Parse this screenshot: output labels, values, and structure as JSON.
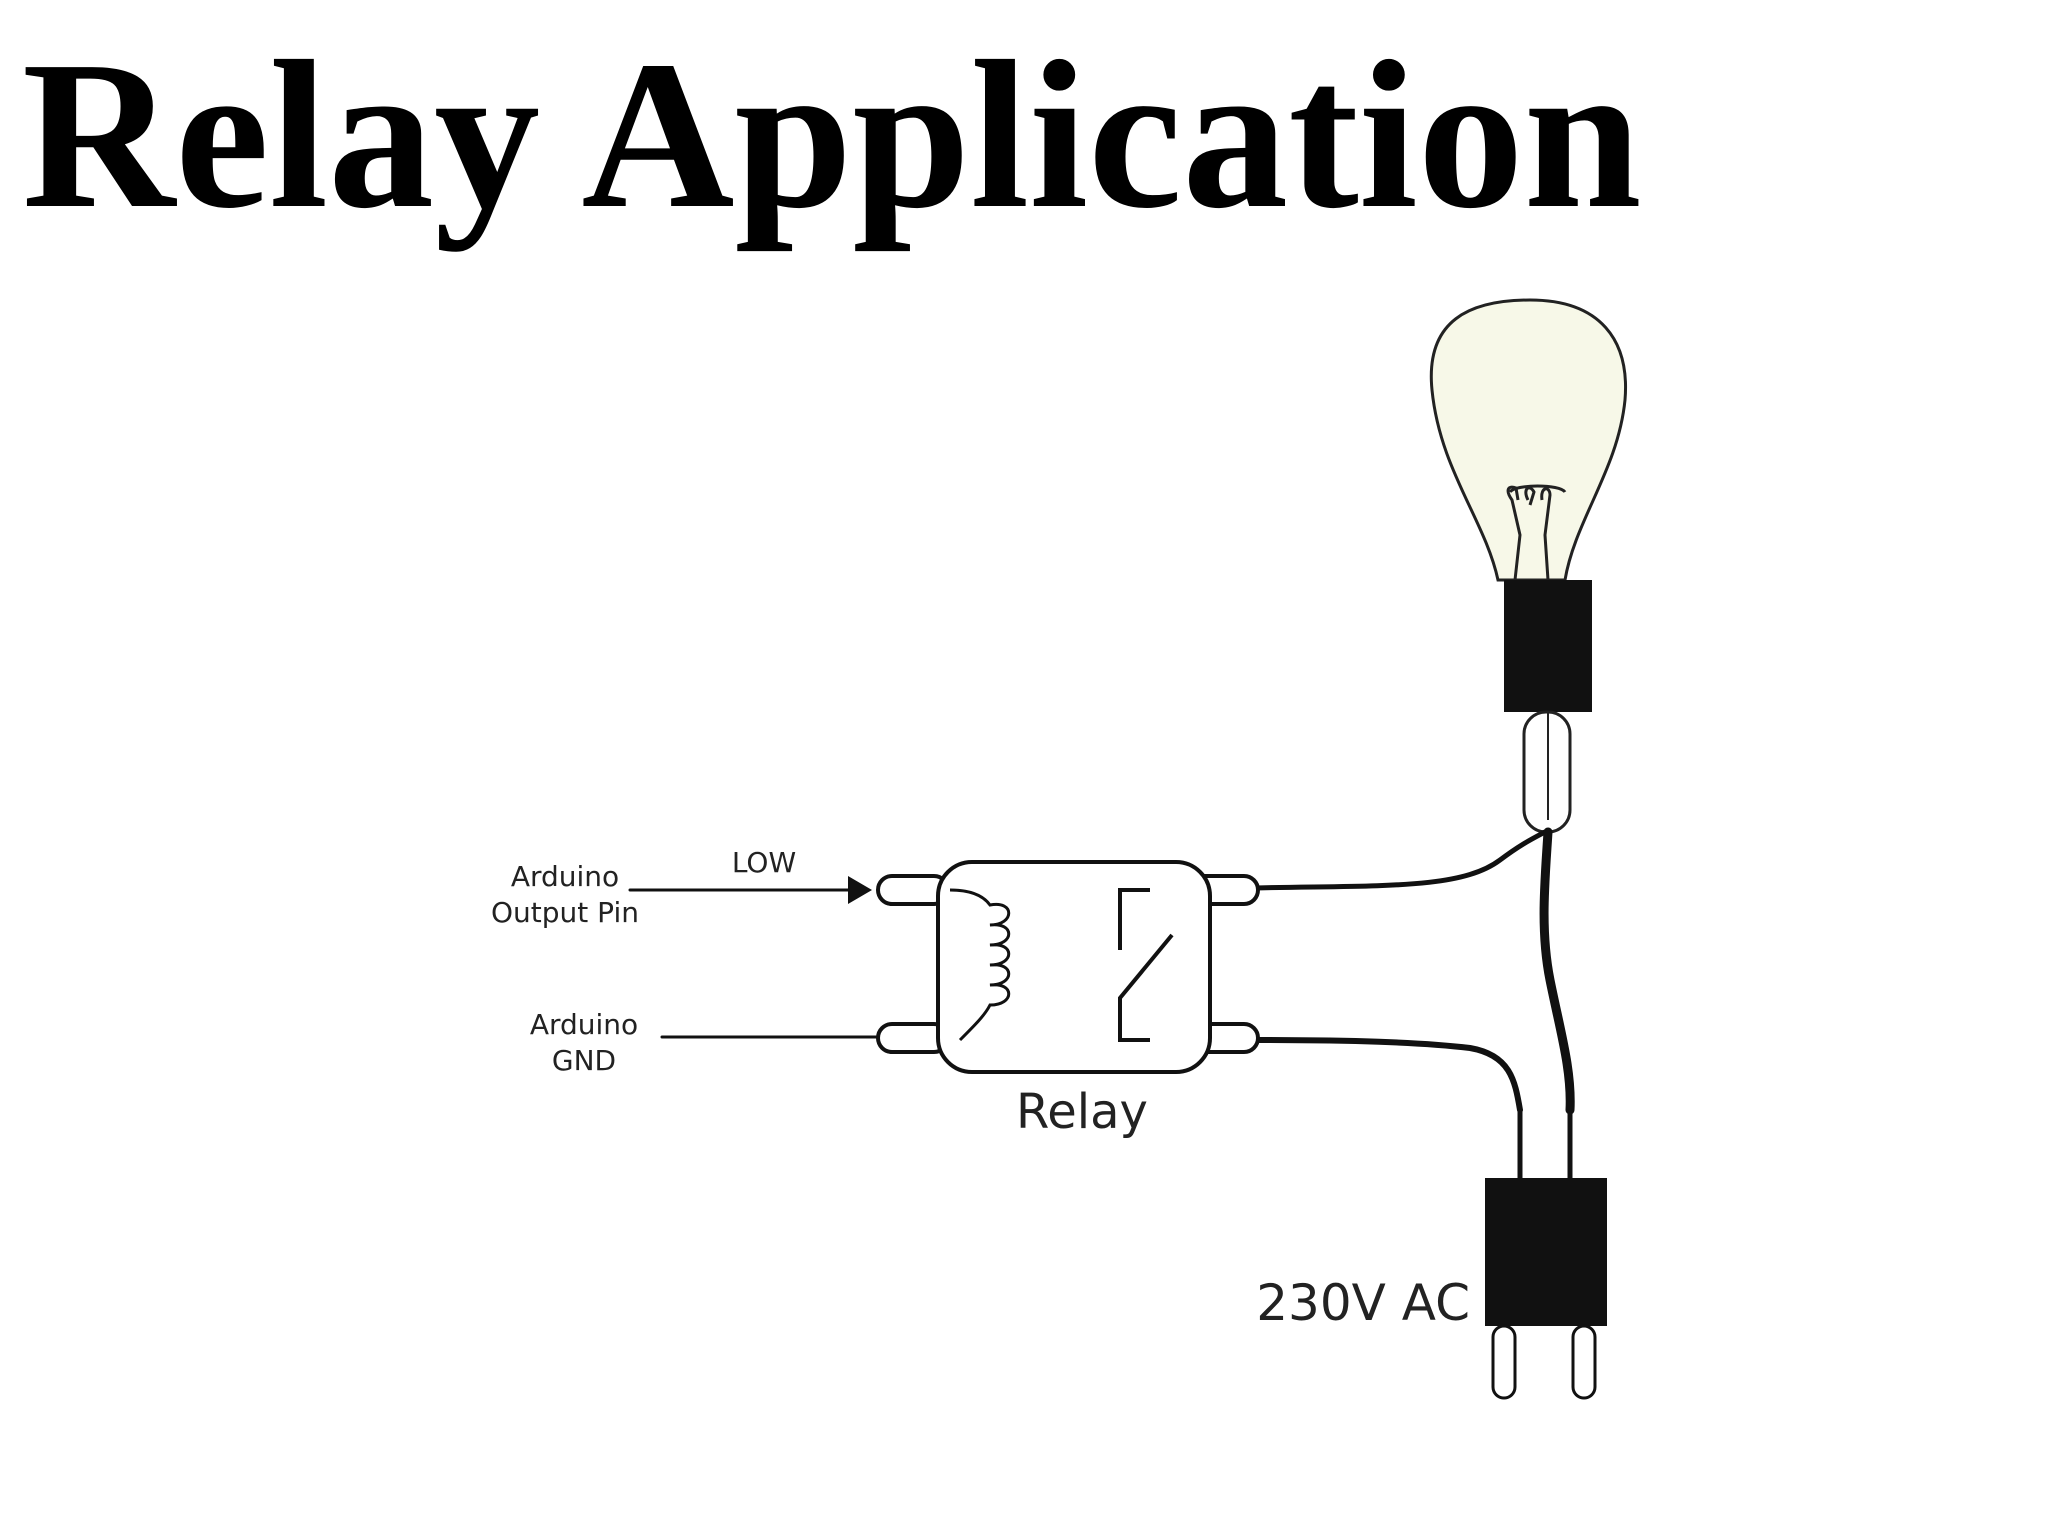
{
  "title": "Relay Application",
  "labels": {
    "arduino_output_line1": "Arduino",
    "arduino_output_line2": "Output Pin",
    "signal_level": "LOW",
    "arduino_gnd_line1": "Arduino",
    "arduino_gnd_line2": "GND",
    "relay": "Relay",
    "mains": "230V AC"
  },
  "colors": {
    "title": "#000000",
    "lines": "#111111",
    "bulb_glass": "#f7f8e8",
    "plug_body": "#111111"
  }
}
